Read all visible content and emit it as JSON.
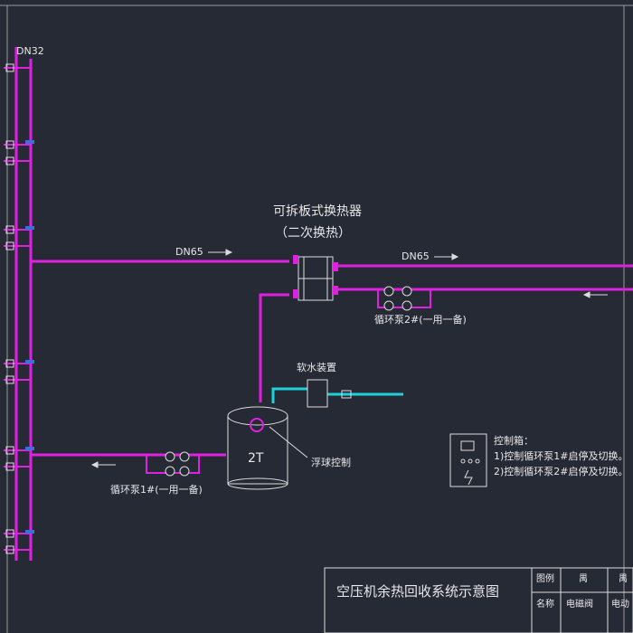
{
  "diagram": {
    "pipe_color": "#e020e0",
    "water_color": "#20d0d8",
    "line_color": "#dcdcdc",
    "background": "#262a35",
    "labels": {
      "dn32": "DN32",
      "dn65_left": "DN65",
      "dn65_right": "DN65",
      "heat_exchanger_title": "可拆板式换热器",
      "heat_exchanger_sub": "（二次换热）",
      "pump2": "循环泵2#(一用一备)",
      "softener": "软水装置",
      "tank_capacity": "2T",
      "float_control": "浮球控制",
      "pump1": "循环泵1#(一用一备)",
      "control_box_title": "控制箱：",
      "control_box_line1": "1)控制循环泵1#启停及切换。",
      "control_box_line2": "2)控制循环泵2#启停及切换。"
    },
    "title_block": {
      "title": "空压机余热回收系统示意图",
      "legend_label": "图例",
      "name_label": "名称",
      "legend_1": "禺",
      "legend_2": "禺",
      "name_1": "电磁阀",
      "name_2": "电动"
    }
  }
}
